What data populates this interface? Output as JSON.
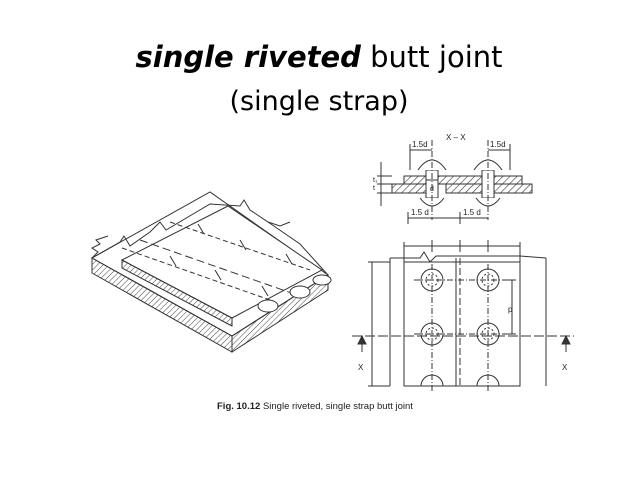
{
  "slide": {
    "title_emphasis": "single riveted",
    "title_rest": " butt joint",
    "subtitle": "(single strap)"
  },
  "figure": {
    "caption_label": "Fig. 10.12",
    "caption_text": " Single riveted, single strap butt joint",
    "labels": {
      "section_mark": "X – X",
      "dim_1_5d_a": "1.5d",
      "dim_1_5d_b": "1.5d",
      "dim_1_5d_c": "1.5 d",
      "dim_1_5d_d": "1.5 d",
      "dim_d": "d",
      "dim_t": "t",
      "dim_t1": "t₁",
      "dim_p": "p",
      "x_left": "X",
      "x_right": "X"
    }
  }
}
